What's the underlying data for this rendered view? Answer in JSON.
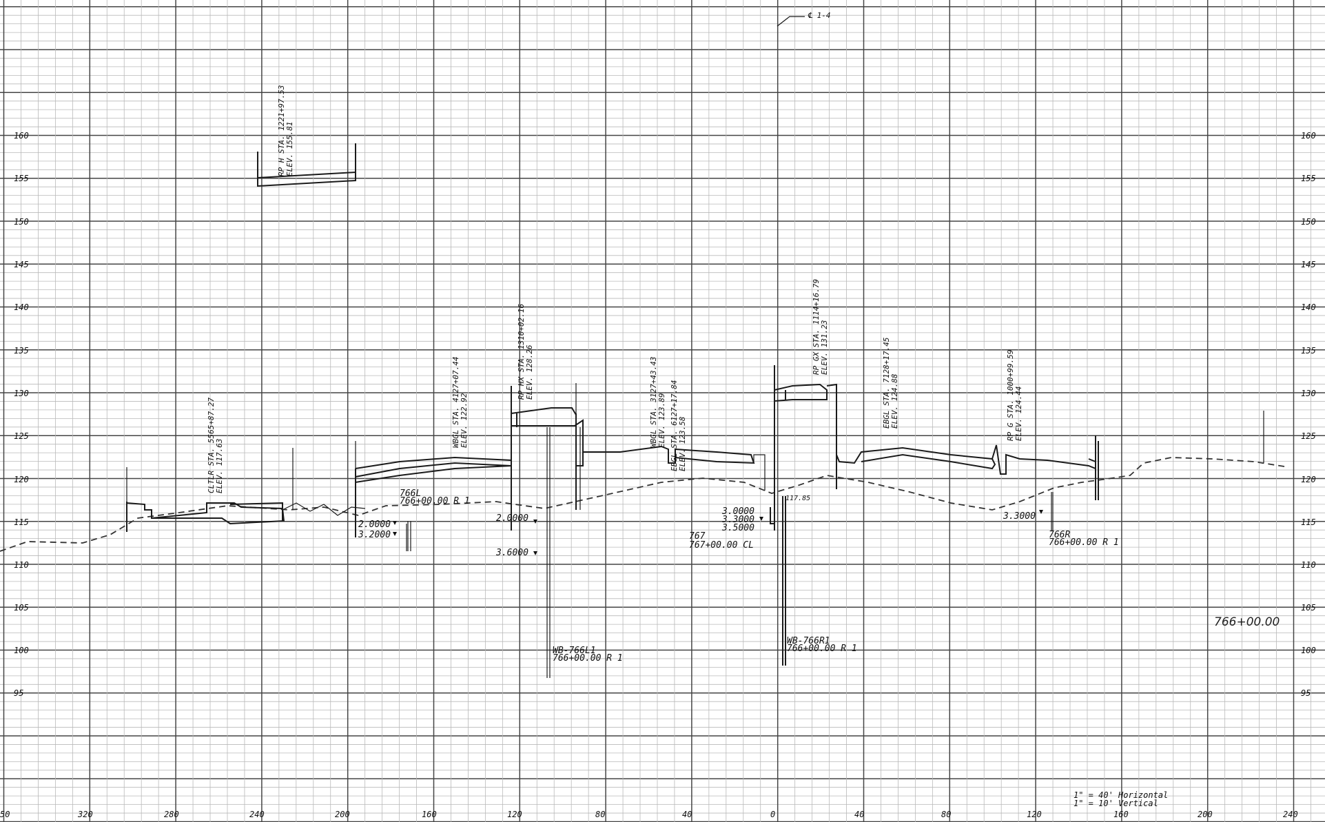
{
  "sheet": {
    "section_station": "766+00.00",
    "scale_horizontal": "1\" = 40' Horizontal",
    "scale_vertical": "1\" = 10' Vertical",
    "centerline_tag": "℄ 1-4"
  },
  "elevation_labels": [
    160,
    155,
    150,
    145,
    140,
    135,
    130,
    125,
    120,
    115,
    110,
    105,
    100,
    95
  ],
  "offset_labels": [
    {
      "text": "50"
    },
    {
      "text": "320"
    },
    {
      "text": "280"
    },
    {
      "text": "240"
    },
    {
      "text": "200"
    },
    {
      "text": "160"
    },
    {
      "text": "120"
    },
    {
      "text": "80"
    },
    {
      "text": "40"
    },
    {
      "text": "0"
    },
    {
      "text": "40"
    },
    {
      "text": "80"
    },
    {
      "text": "120"
    },
    {
      "text": "160"
    },
    {
      "text": "200"
    },
    {
      "text": "240"
    }
  ],
  "point_labels": [
    {
      "id": "rp-h",
      "lines": [
        "RP H  STA. 1221+97.53",
        "ELEV. 155.81"
      ]
    },
    {
      "id": "cltlr",
      "lines": [
        "CLTLR  STA. 5565+87.27",
        "ELEV. 117.63"
      ]
    },
    {
      "id": "wbgl",
      "lines": [
        "WBGL  STA. 4127+07.44",
        "ELEV. 122.92"
      ]
    },
    {
      "id": "rp-hx",
      "lines": [
        "RP HX  STA. 1310+02.16",
        "ELEV. 128.26"
      ]
    },
    {
      "id": "wbgl-sta",
      "lines": [
        "WBGL  STA. 3127+43.43",
        "ELEV. 123.89"
      ]
    },
    {
      "id": "ebgl-sta",
      "lines": [
        "EBGL  STA. 6127+17.84",
        "ELEV. 123.58"
      ]
    },
    {
      "id": "rp-gx",
      "lines": [
        "RP GX  STA. 1114+16.79",
        "ELEV. 131.23"
      ]
    },
    {
      "id": "ebgl",
      "lines": [
        "EBGL  STA. 7128+17.45",
        "ELEV. 124.88"
      ]
    },
    {
      "id": "rp-g",
      "lines": [
        "RP G  STA. 1000+99.59",
        "ELEV. 124.44"
      ]
    }
  ],
  "profile_labels": [
    {
      "id": "766l",
      "lines": [
        "766L",
        "766+00.00  R 1"
      ]
    },
    {
      "id": "767",
      "lines": [
        "767",
        "767+00.00   CL"
      ]
    },
    {
      "id": "766r",
      "lines": [
        "766R",
        "766+00.00  R 1"
      ]
    },
    {
      "id": "wb-766l1",
      "lines": [
        "WB-766L1",
        "766+00.00  R 1"
      ]
    },
    {
      "id": "wb-766r1",
      "lines": [
        "WB-766R1",
        "766+00.00  R 1"
      ]
    }
  ],
  "depth_values": [
    "2.0000",
    "3.2000",
    "2.0000",
    "3.6000",
    "3.0000",
    "3.3000",
    "3.5000",
    "3.3000",
    "117.85"
  ]
}
